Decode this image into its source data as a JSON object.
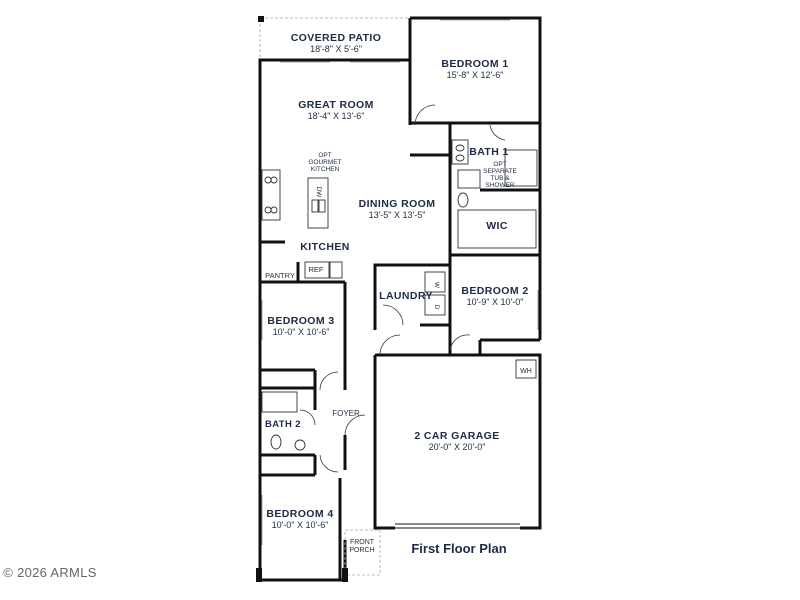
{
  "plan": {
    "title": "First Floor Plan",
    "copyright": "© 2026 ARMLS"
  },
  "rooms": {
    "covered_patio": {
      "name": "COVERED PATIO",
      "dims": "18'-8\" X 5'-6\""
    },
    "bedroom_1": {
      "name": "BEDROOM 1",
      "dims": "15'-8\" X 12'-6\""
    },
    "great_room": {
      "name": "GREAT ROOM",
      "dims": "18'-4\" X 13'-6\""
    },
    "bath_1": {
      "name": "BATH 1"
    },
    "dining_room": {
      "name": "DINING ROOM",
      "dims": "13'-5\" X 13'-5\""
    },
    "wic": {
      "name": "WIC"
    },
    "kitchen": {
      "name": "KITCHEN"
    },
    "pantry": {
      "name": "PANTRY"
    },
    "laundry": {
      "name": "LAUNDRY"
    },
    "bedroom_2": {
      "name": "BEDROOM 2",
      "dims": "10'-9\" X 10'-0\""
    },
    "bedroom_3": {
      "name": "BEDROOM 3",
      "dims": "10'-0\" X 10'-6\""
    },
    "foyer": {
      "name": "FOYER"
    },
    "garage": {
      "name": "2 CAR GARAGE",
      "dims": "20'-0\" X 20'-0\""
    },
    "bath_2": {
      "name": "BATH 2"
    },
    "bedroom_4": {
      "name": "BEDROOM 4",
      "dims": "10'-0\" X 10'-6\""
    },
    "front_porch": {
      "name_line1": "FRONT",
      "name_line2": "PORCH"
    }
  },
  "notes": {
    "gourmet_kitchen": [
      "OPT",
      "GOURMET",
      "KITCHEN"
    ],
    "separate_tub": [
      "OPT",
      "SEPARATE",
      "TUB &",
      "SHOWER"
    ],
    "dw": "DW",
    "ref": "REF",
    "washer": "W",
    "dryer": "D",
    "water_heater": "WH"
  }
}
